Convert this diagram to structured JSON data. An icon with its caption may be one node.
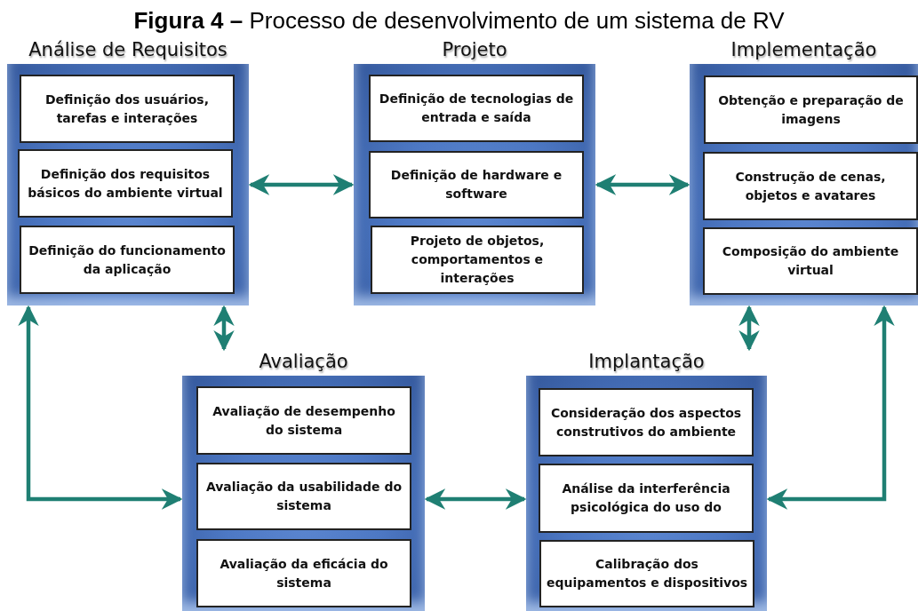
{
  "diagram": {
    "title": "**Figura 4 –** Processo de desenvolvimento de um sistema de RV",
    "nodes": [
      {
        "text": [
          "Análise de Requisitos"
        ]
      },
      {
        "text": [
          "Definição dos usuários, tarefas e interações"
        ],
        "in": 0
      },
      {
        "text": [
          "Definição dos requisitos básicos do ambiente virtual"
        ],
        "in": 0
      },
      {
        "text": [
          "Definição do funcionamento da aplicação"
        ],
        "in": 0
      },
      {
        "text": [
          "Projeto"
        ]
      },
      {
        "text": [
          "Definição de tecnologias de entrada e saída"
        ],
        "in": 4
      },
      {
        "text": [
          "Definição de hardware e software"
        ],
        "in": 4
      },
      {
        "text": [
          "Projeto de objetos, comportamentos e interações"
        ],
        "in": 4
      },
      {
        "text": [
          "Implementação"
        ]
      },
      {
        "text": [
          "Obtenção e preparação de imagens"
        ],
        "in": 8
      },
      {
        "text": [
          "Construção de cenas, objetos e avatares"
        ],
        "in": 8
      },
      {
        "text": [
          "Composição do ambiente virtual"
        ],
        "in": 8
      },
      {
        "text": [
          "Avaliação"
        ]
      },
      {
        "text": [
          "Avaliação de desempenho do sistema"
        ],
        "in": 12
      },
      {
        "text": [
          "Avaliação da usabilidade do sistema"
        ],
        "in": 12
      },
      {
        "text": [
          "Avaliação da eficácia do sistema"
        ],
        "in": 12
      },
      {
        "text": [
          "Implantação"
        ]
      },
      {
        "text": [
          "Consideração dos aspectos construtivos do ambiente"
        ],
        "in": 16
      },
      {
        "text": [
          "Análise da interferência psicológica do uso do"
        ],
        "in": 16
      },
      {
        "text": [
          "Calibração dos equipamentos e dispositivos"
        ],
        "in": 16
      }
    ],
    "edges": [
      {
        "from": 0,
        "to": 4,
        "arrow": "both"
      },
      {
        "from": 4,
        "to": 8,
        "arrow": "both"
      },
      {
        "from": 0,
        "to": 12,
        "arrow": "both"
      },
      {
        "from": 8,
        "to": 16,
        "arrow": "both"
      },
      {
        "from": 12,
        "to": 16,
        "arrow": "both"
      },
      {
        "from": 0,
        "to": 12,
        "arrow": "both"
      },
      {
        "from": 8,
        "to": 16,
        "arrow": "both"
      }
    ]
  }
}
